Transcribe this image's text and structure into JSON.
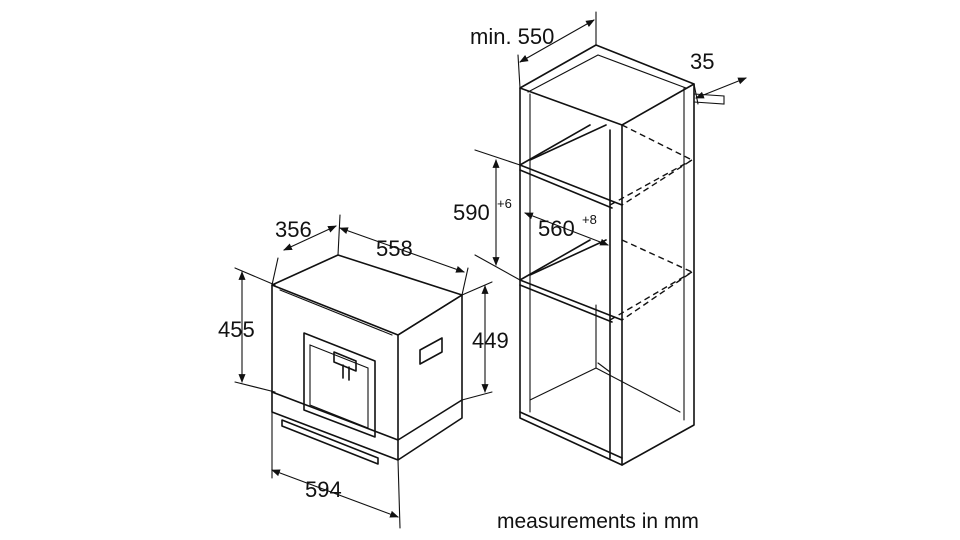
{
  "dimensions": {
    "appliance_depth_front": "356",
    "appliance_depth": "558",
    "appliance_height": "455",
    "appliance_inner_height": "449",
    "appliance_width": "594",
    "cabinet_depth": "min. 550",
    "cabinet_offset": "35",
    "niche_height": "590",
    "niche_height_tol": "+6",
    "niche_width": "560",
    "niche_width_tol": "+8"
  },
  "caption": "measurements in mm"
}
